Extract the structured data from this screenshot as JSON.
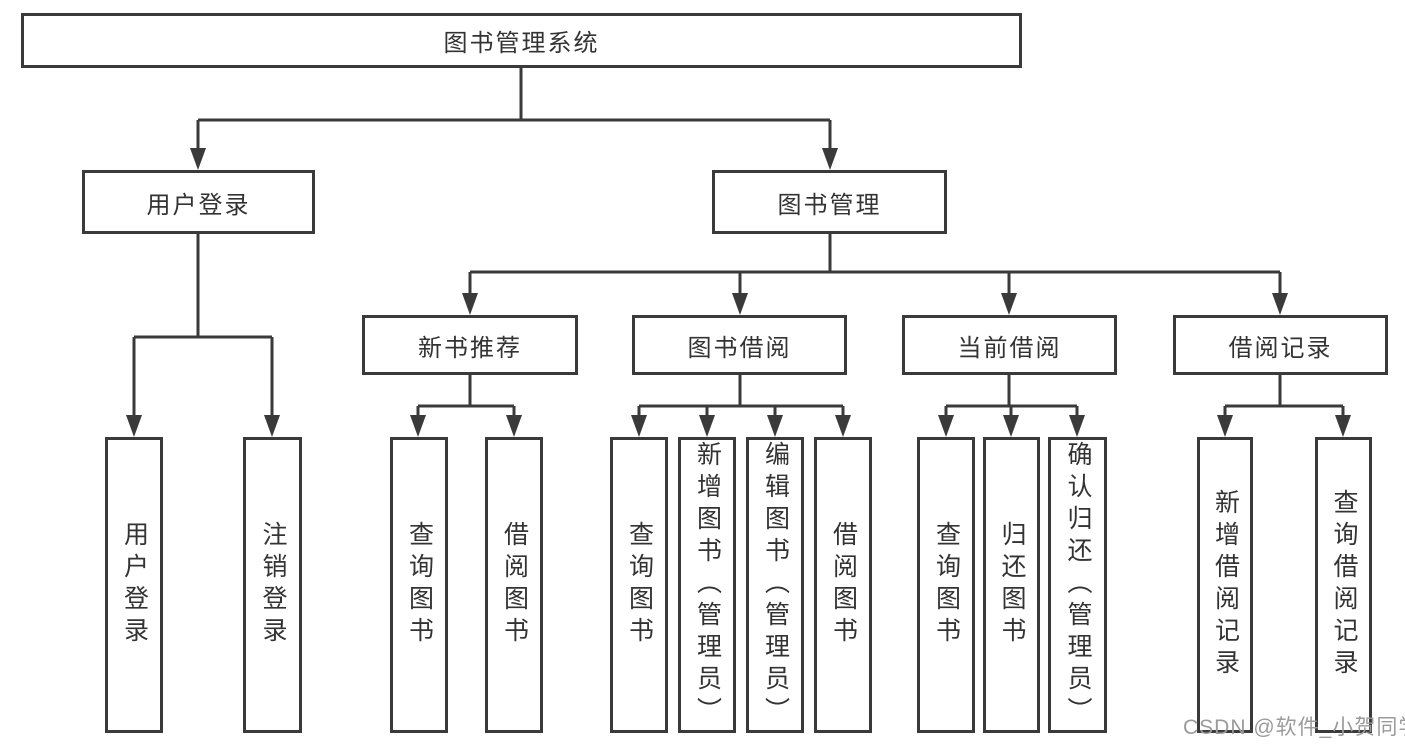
{
  "nodes": {
    "root": "图书管理系统",
    "user_login": "用户登录",
    "book_management": "图书管理",
    "new_book_recommend": "新书推荐",
    "book_borrow": "图书借阅",
    "current_borrow": "当前借阅",
    "borrow_records": "借阅记录",
    "leaf_user_login": "用户登录",
    "leaf_logout": "注销登录",
    "leaf_query_book_recommend": "查询图书",
    "leaf_borrow_book_recommend": "借阅图书",
    "leaf_query_book_borrow": "查询图书",
    "leaf_add_book_admin": "新增图书（管理员）",
    "leaf_edit_book_admin": "编辑图书（管理员）",
    "leaf_borrow_book_borrow": "借阅图书",
    "leaf_query_book_current": "查询图书",
    "leaf_return_book": "归还图书",
    "leaf_confirm_return_admin": "确认归还（管理员）",
    "leaf_add_borrow_record": "新增借阅记录",
    "leaf_query_borrow_record": "查询借阅记录"
  },
  "watermark": {
    "text": "CSDN @软件_小贺同学",
    "color": "#9b9b9b"
  },
  "colors": {
    "line": "#3a3a3a",
    "box_border": "#3a3a3a",
    "text": "#333333",
    "background": "#ffffff"
  }
}
